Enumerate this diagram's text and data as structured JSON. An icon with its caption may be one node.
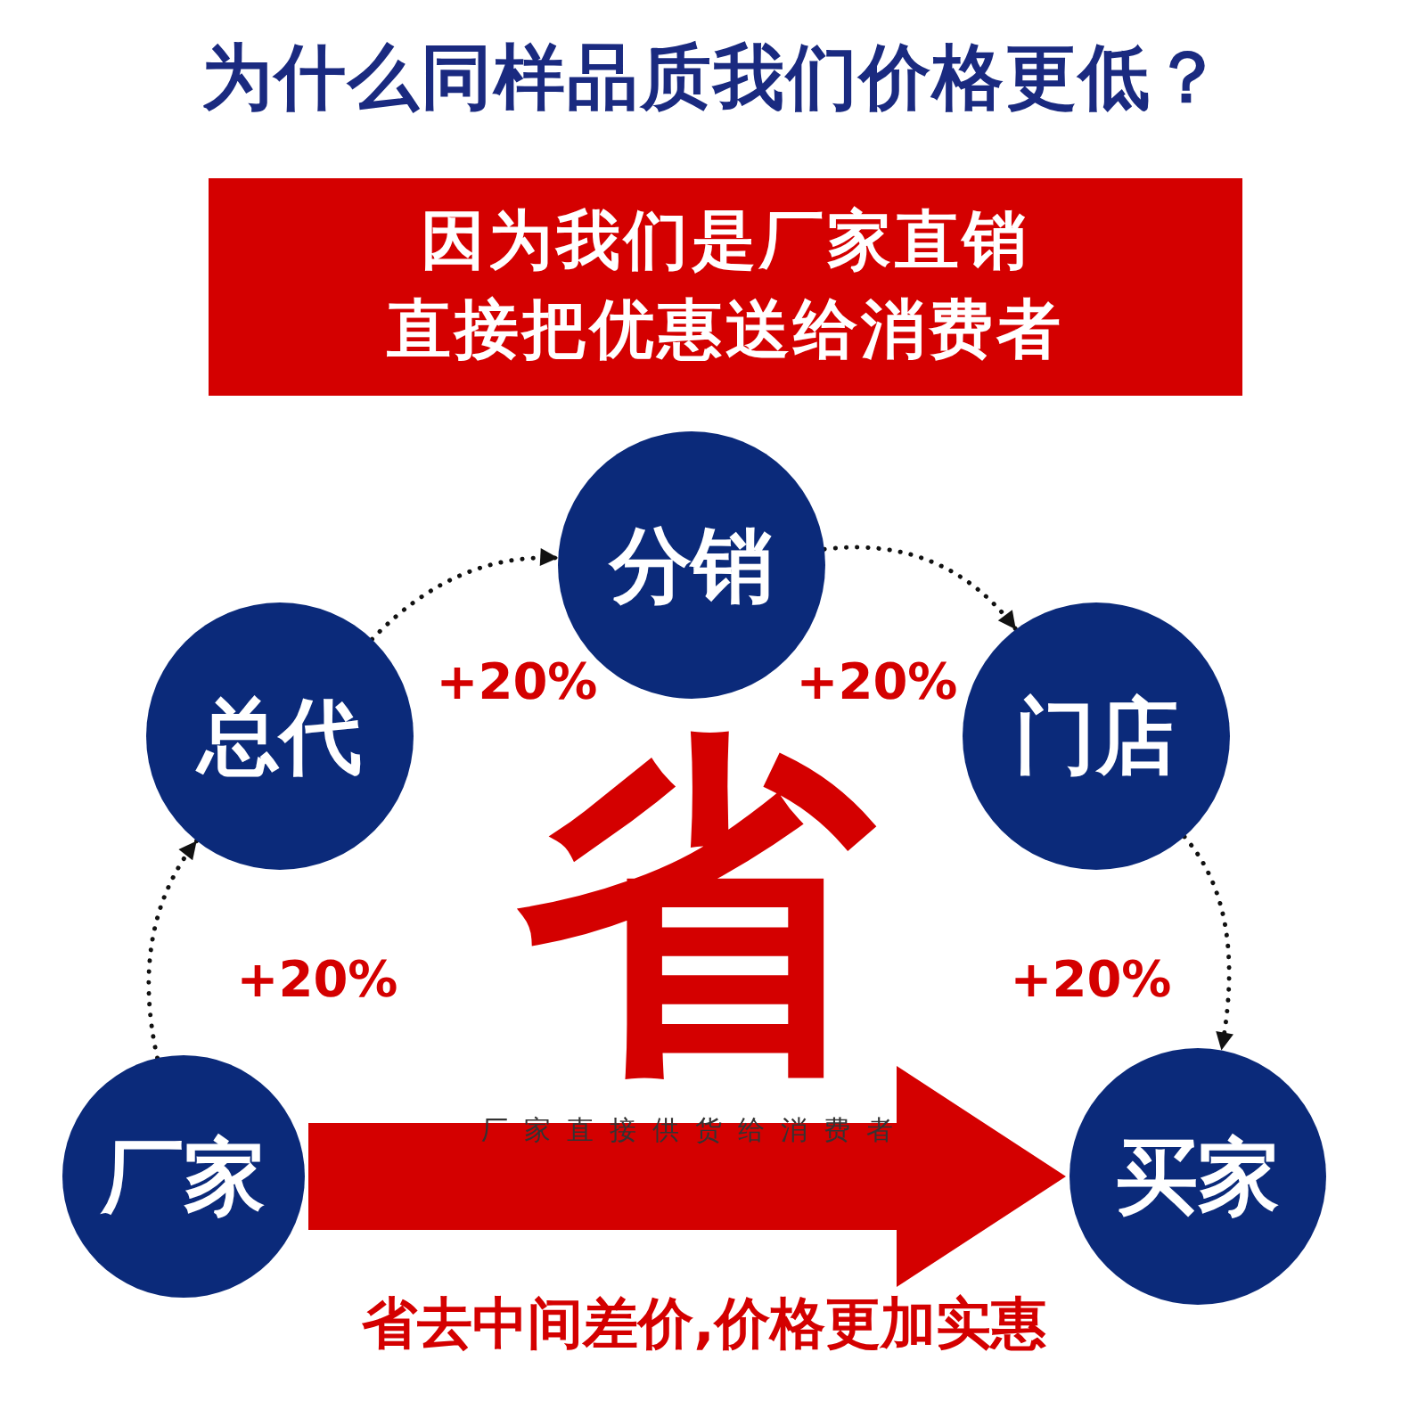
{
  "diagram": {
    "title": "为什么同样品质我们价格更低？",
    "nodes": [
      {
        "text": [
          "因为我们是厂家直销",
          "直接把优惠送给消费者"
        ]
      },
      {
        "text": [
          "厂家"
        ]
      },
      {
        "text": [
          "总代"
        ]
      },
      {
        "text": [
          "分销"
        ]
      },
      {
        "text": [
          "门店"
        ]
      },
      {
        "text": [
          "买家"
        ]
      }
    ],
    "edges": [
      {
        "from": 1,
        "to": 2,
        "arrow": "to",
        "style": "dashed",
        "label": "+20%"
      },
      {
        "from": 2,
        "to": 3,
        "arrow": "to",
        "style": "dashed",
        "label": "+20%"
      },
      {
        "from": 3,
        "to": 4,
        "arrow": "to",
        "style": "dashed",
        "label": "+20%"
      },
      {
        "from": 4,
        "to": 5,
        "arrow": "to",
        "style": "dashed",
        "label": "+20%"
      },
      {
        "from": 1,
        "to": 5,
        "arrow": "to",
        "style": "thick",
        "color": "#d40000",
        "label": "厂家直接供货给消费者"
      }
    ],
    "labels": [
      "省",
      "省去中间差价,价格更加实惠"
    ]
  }
}
